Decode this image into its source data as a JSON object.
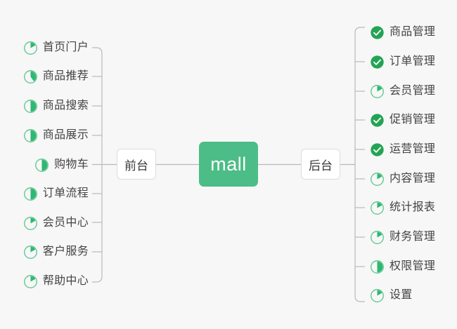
{
  "diagram": {
    "title": "mall",
    "background_color": "#f7f7f7",
    "root": {
      "label": "mall",
      "color": "#4cbd87",
      "text_color": "#ffffff"
    },
    "branches": [
      {
        "id": "frontend",
        "label": "前台",
        "side": "left",
        "items": [
          {
            "label": "首页门户",
            "icon": "pie-progress-icon",
            "progress": 25,
            "status": "in-progress"
          },
          {
            "label": "商品推荐",
            "icon": "pie-progress-icon",
            "progress": 40,
            "status": "in-progress"
          },
          {
            "label": "商品搜索",
            "icon": "pie-progress-icon",
            "progress": 50,
            "status": "in-progress"
          },
          {
            "label": "商品展示",
            "icon": "pie-progress-icon",
            "progress": 50,
            "status": "in-progress"
          },
          {
            "label": "购物车",
            "icon": "pie-progress-icon",
            "progress": 50,
            "status": "in-progress"
          },
          {
            "label": "订单流程",
            "icon": "pie-progress-icon",
            "progress": 50,
            "status": "in-progress"
          },
          {
            "label": "会员中心",
            "icon": "pie-progress-icon",
            "progress": 25,
            "status": "in-progress"
          },
          {
            "label": "客户服务",
            "icon": "pie-progress-icon",
            "progress": 25,
            "status": "in-progress"
          },
          {
            "label": "帮助中心",
            "icon": "pie-progress-icon",
            "progress": 25,
            "status": "in-progress"
          }
        ]
      },
      {
        "id": "backend",
        "label": "后台",
        "side": "right",
        "items": [
          {
            "label": "商品管理",
            "icon": "check-circle-icon",
            "progress": 100,
            "status": "done"
          },
          {
            "label": "订单管理",
            "icon": "check-circle-icon",
            "progress": 100,
            "status": "done"
          },
          {
            "label": "会员管理",
            "icon": "pie-progress-icon",
            "progress": 25,
            "status": "in-progress"
          },
          {
            "label": "促销管理",
            "icon": "check-circle-icon",
            "progress": 100,
            "status": "done"
          },
          {
            "label": "运营管理",
            "icon": "check-circle-icon",
            "progress": 100,
            "status": "done"
          },
          {
            "label": "内容管理",
            "icon": "pie-progress-icon",
            "progress": 25,
            "status": "in-progress"
          },
          {
            "label": "统计报表",
            "icon": "pie-progress-icon",
            "progress": 25,
            "status": "in-progress"
          },
          {
            "label": "财务管理",
            "icon": "pie-progress-icon",
            "progress": 25,
            "status": "in-progress"
          },
          {
            "label": "权限管理",
            "icon": "pie-progress-icon",
            "progress": 50,
            "status": "in-progress"
          },
          {
            "label": "设置",
            "icon": "pie-progress-icon",
            "progress": 25,
            "status": "in-progress"
          }
        ]
      }
    ],
    "colors": {
      "accent_green": "#4cbd87",
      "done_green": "#23a455",
      "progress_green": "#2eb872",
      "progress_ring": "#63c892",
      "link_line": "#b9b9b9",
      "node_border": "#dcdcdc",
      "label_text": "#444444"
    }
  }
}
